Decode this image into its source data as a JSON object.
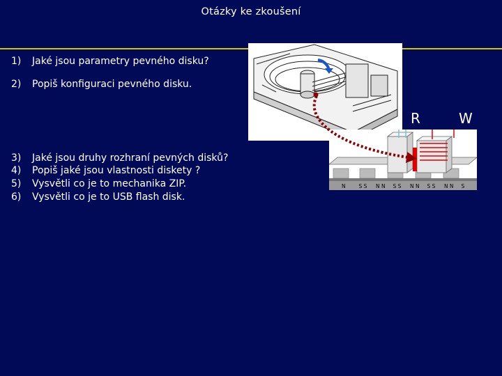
{
  "slide": {
    "title": "Otázky ke zkoušení"
  },
  "questions_top": [
    {
      "num": "1)",
      "text": "Jaké jsou parametry pevného disku?"
    },
    {
      "num": "2)",
      "text": "Popiš konfiguraci pevného disku."
    }
  ],
  "questions_bottom": [
    {
      "num": "3)",
      "text": "Jaké jsou druhy rozhraní pevných disků?"
    },
    {
      "num": "4)",
      "text": "Popiš jaké jsou vlastnosti diskety ?"
    },
    {
      "num": "5)",
      "text": "Vysvětli co je to mechanika ZIP."
    },
    {
      "num": "6)",
      "text": "Vysvětli co je to USB flash disk."
    }
  ],
  "figure": {
    "read_label": "R",
    "write_label": "W",
    "tape_poles": [
      "N",
      "S S",
      "N N",
      "S S",
      "N N",
      "S S",
      "N N",
      "S"
    ]
  },
  "colors": {
    "background": "#000a57",
    "rule": "#d9c400",
    "arrow": "#8b0000",
    "head_red": "#e00000"
  }
}
